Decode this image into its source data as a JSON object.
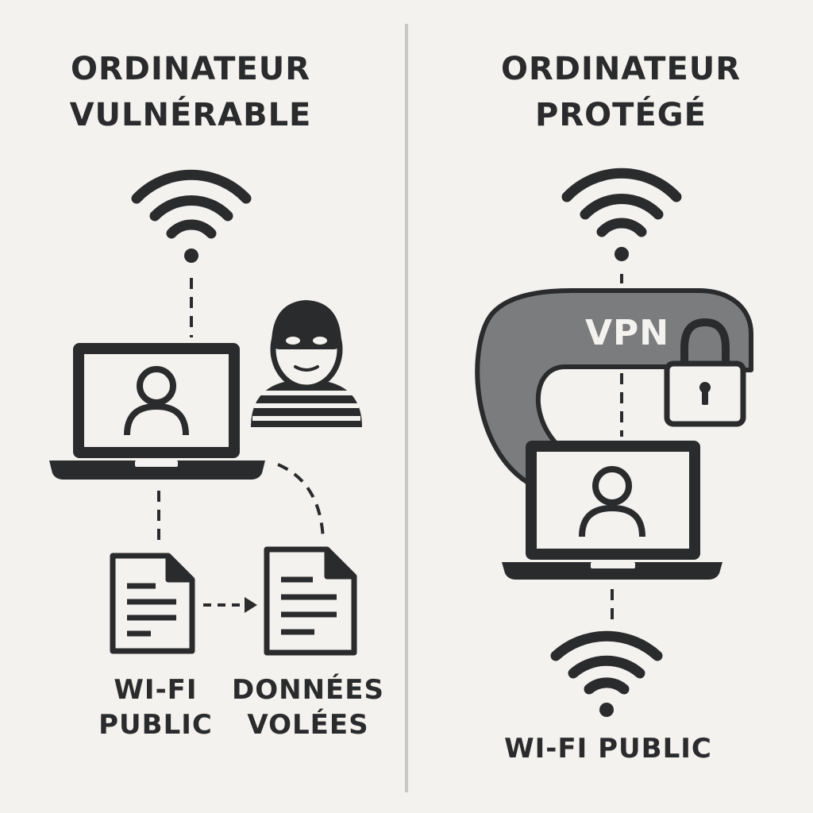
{
  "left_panel": {
    "title_line1": "ORDINATEUR",
    "title_line2": "VULNÉRABLE",
    "wifi_label_line1": "WI-FI",
    "wifi_label_line2": "PUBLIC",
    "stolen_label_line1": "DONNÉES",
    "stolen_label_line2": "VOLÉES",
    "icons": [
      "wifi-icon",
      "laptop-icon",
      "user-icon",
      "hacker-icon",
      "document-icon",
      "stolen-document-icon"
    ]
  },
  "right_panel": {
    "title_line1": "ORDINATEUR",
    "title_line2": "PROTÉGÉ",
    "vpn_label": "VPN",
    "wifi_label": "WI-FI PUBLIC",
    "icons": [
      "wifi-icon",
      "vpn-tunnel",
      "lock-icon",
      "laptop-icon",
      "user-icon",
      "wifi-icon"
    ]
  },
  "colors": {
    "ink": "#2a2b2d",
    "background": "#f4f2ee",
    "tunnel": "#7b7c7e",
    "divider": "#c8c6c2"
  }
}
